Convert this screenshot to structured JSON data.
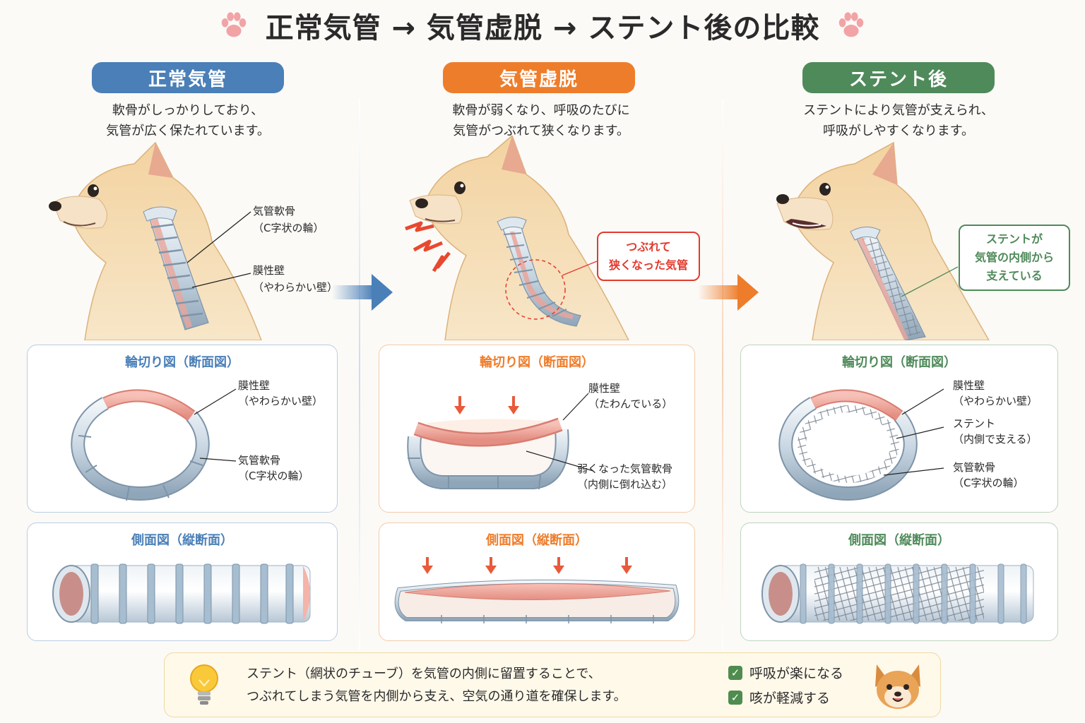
{
  "title": "正常気管 → 気管虚脱 → ステント後の比較",
  "colors": {
    "normal": "#4a7fb8",
    "collapse": "#ee7d2b",
    "stent": "#4f8a5a",
    "alert": "#e23a2e",
    "cartilage": "#c9d7e3",
    "membrane": "#f1a79c"
  },
  "columns": [
    {
      "id": "normal",
      "header": "正常気管",
      "desc": [
        "軟骨がしっかりしており、",
        "気管が広く保たれています。"
      ],
      "scene_labels": [
        {
          "lines": [
            "気管軟骨",
            "（C字状の輪）"
          ]
        },
        {
          "lines": [
            "膜性壁",
            "（やわらかい壁）"
          ]
        }
      ],
      "cross_title": "輪切り図（断面図）",
      "cross_labels": [
        {
          "lines": [
            "膜性壁",
            "（やわらかい壁）"
          ]
        },
        {
          "lines": [
            "気管軟骨",
            "（C字状の輪）"
          ]
        }
      ],
      "side_title": "側面図（縦断面）"
    },
    {
      "id": "collapse",
      "header": "気管虚脱",
      "desc": [
        "軟骨が弱くなり、呼吸のたびに",
        "気管がつぶれて狭くなります。"
      ],
      "callout": [
        "つぶれて",
        "狭くなった気管"
      ],
      "cross_title": "輪切り図（断面図）",
      "cross_labels": [
        {
          "lines": [
            "膜性壁",
            "（たわんでいる）"
          ]
        },
        {
          "lines": [
            "弱くなった気管軟骨",
            "（内側に倒れ込む）"
          ]
        }
      ],
      "side_title": "側面図（縦断面）"
    },
    {
      "id": "stent",
      "header": "ステント後",
      "desc": [
        "ステントにより気管が支えられ、",
        "呼吸がしやすくなります。"
      ],
      "callout": [
        "ステントが",
        "気管の内側から",
        "支えている"
      ],
      "cross_title": "輪切り図（断面図）",
      "cross_labels": [
        {
          "lines": [
            "膜性壁",
            "（やわらかい壁）"
          ]
        },
        {
          "lines": [
            "ステント",
            "（内側で支える）"
          ]
        },
        {
          "lines": [
            "気管軟骨",
            "（C字状の輪）"
          ]
        }
      ],
      "side_title": "側面図（縦断面）"
    }
  ],
  "bottom": {
    "text": [
      "ステント（網状のチューブ）を気管の内側に留置することで、",
      "つぶれてしまう気管を内側から支え、空気の通り道を確保します。"
    ],
    "checks": [
      "呼吸が楽になる",
      "咳が軽減する"
    ]
  }
}
